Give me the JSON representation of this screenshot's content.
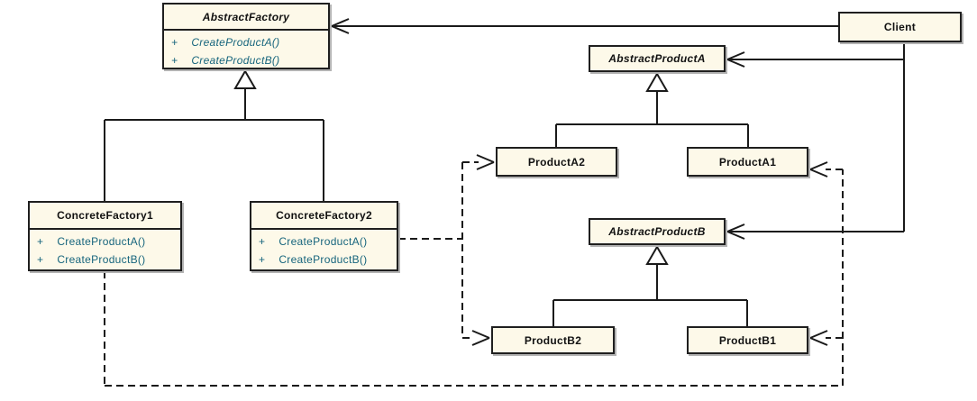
{
  "colors": {
    "background": "#ffffff",
    "box_fill": "#fdf9e9",
    "box_border": "#1f1f1f",
    "box_shadow": "#b3b3b3",
    "title_text": "#111111",
    "method_text": "#17657d",
    "line": "#1a1a1a"
  },
  "classes": [
    {
      "id": "AbstractFactory",
      "name": "AbstractFactory",
      "abstract": true,
      "methods": [
        {
          "visibility": "+",
          "signature": "CreateProductA()"
        },
        {
          "visibility": "+",
          "signature": "CreateProductB()"
        }
      ]
    },
    {
      "id": "ConcreteFactory1",
      "name": "ConcreteFactory1",
      "abstract": false,
      "methods": [
        {
          "visibility": "+",
          "signature": "CreateProductA()"
        },
        {
          "visibility": "+",
          "signature": "CreateProductB()"
        }
      ]
    },
    {
      "id": "ConcreteFactory2",
      "name": "ConcreteFactory2",
      "abstract": false,
      "methods": [
        {
          "visibility": "+",
          "signature": "CreateProductA()"
        },
        {
          "visibility": "+",
          "signature": "CreateProductB()"
        }
      ]
    },
    {
      "id": "Client",
      "name": "Client",
      "abstract": false,
      "methods": []
    },
    {
      "id": "AbstractProductA",
      "name": "AbstractProductA",
      "abstract": true,
      "methods": []
    },
    {
      "id": "ProductA2",
      "name": "ProductA2",
      "abstract": false,
      "methods": []
    },
    {
      "id": "ProductA1",
      "name": "ProductA1",
      "abstract": false,
      "methods": []
    },
    {
      "id": "AbstractProductB",
      "name": "AbstractProductB",
      "abstract": true,
      "methods": []
    },
    {
      "id": "ProductB2",
      "name": "ProductB2",
      "abstract": false,
      "methods": []
    },
    {
      "id": "ProductB1",
      "name": "ProductB1",
      "abstract": false,
      "methods": []
    }
  ],
  "relationships": [
    {
      "type": "generalization",
      "from": "ConcreteFactory1",
      "to": "AbstractFactory"
    },
    {
      "type": "generalization",
      "from": "ConcreteFactory2",
      "to": "AbstractFactory"
    },
    {
      "type": "generalization",
      "from": "ProductA2",
      "to": "AbstractProductA"
    },
    {
      "type": "generalization",
      "from": "ProductA1",
      "to": "AbstractProductA"
    },
    {
      "type": "generalization",
      "from": "ProductB2",
      "to": "AbstractProductB"
    },
    {
      "type": "generalization",
      "from": "ProductB1",
      "to": "AbstractProductB"
    },
    {
      "type": "association",
      "from": "Client",
      "to": "AbstractFactory"
    },
    {
      "type": "association",
      "from": "Client",
      "to": "AbstractProductA"
    },
    {
      "type": "association",
      "from": "Client",
      "to": "AbstractProductB"
    },
    {
      "type": "dependency",
      "from": "ConcreteFactory2",
      "to": "ProductA2",
      "style": "dashed"
    },
    {
      "type": "dependency",
      "from": "ConcreteFactory2",
      "to": "ProductB2",
      "style": "dashed"
    },
    {
      "type": "dependency",
      "from": "ConcreteFactory1",
      "to": "ProductA1",
      "style": "dashed"
    },
    {
      "type": "dependency",
      "from": "ConcreteFactory1",
      "to": "ProductB1",
      "style": "dashed"
    }
  ]
}
